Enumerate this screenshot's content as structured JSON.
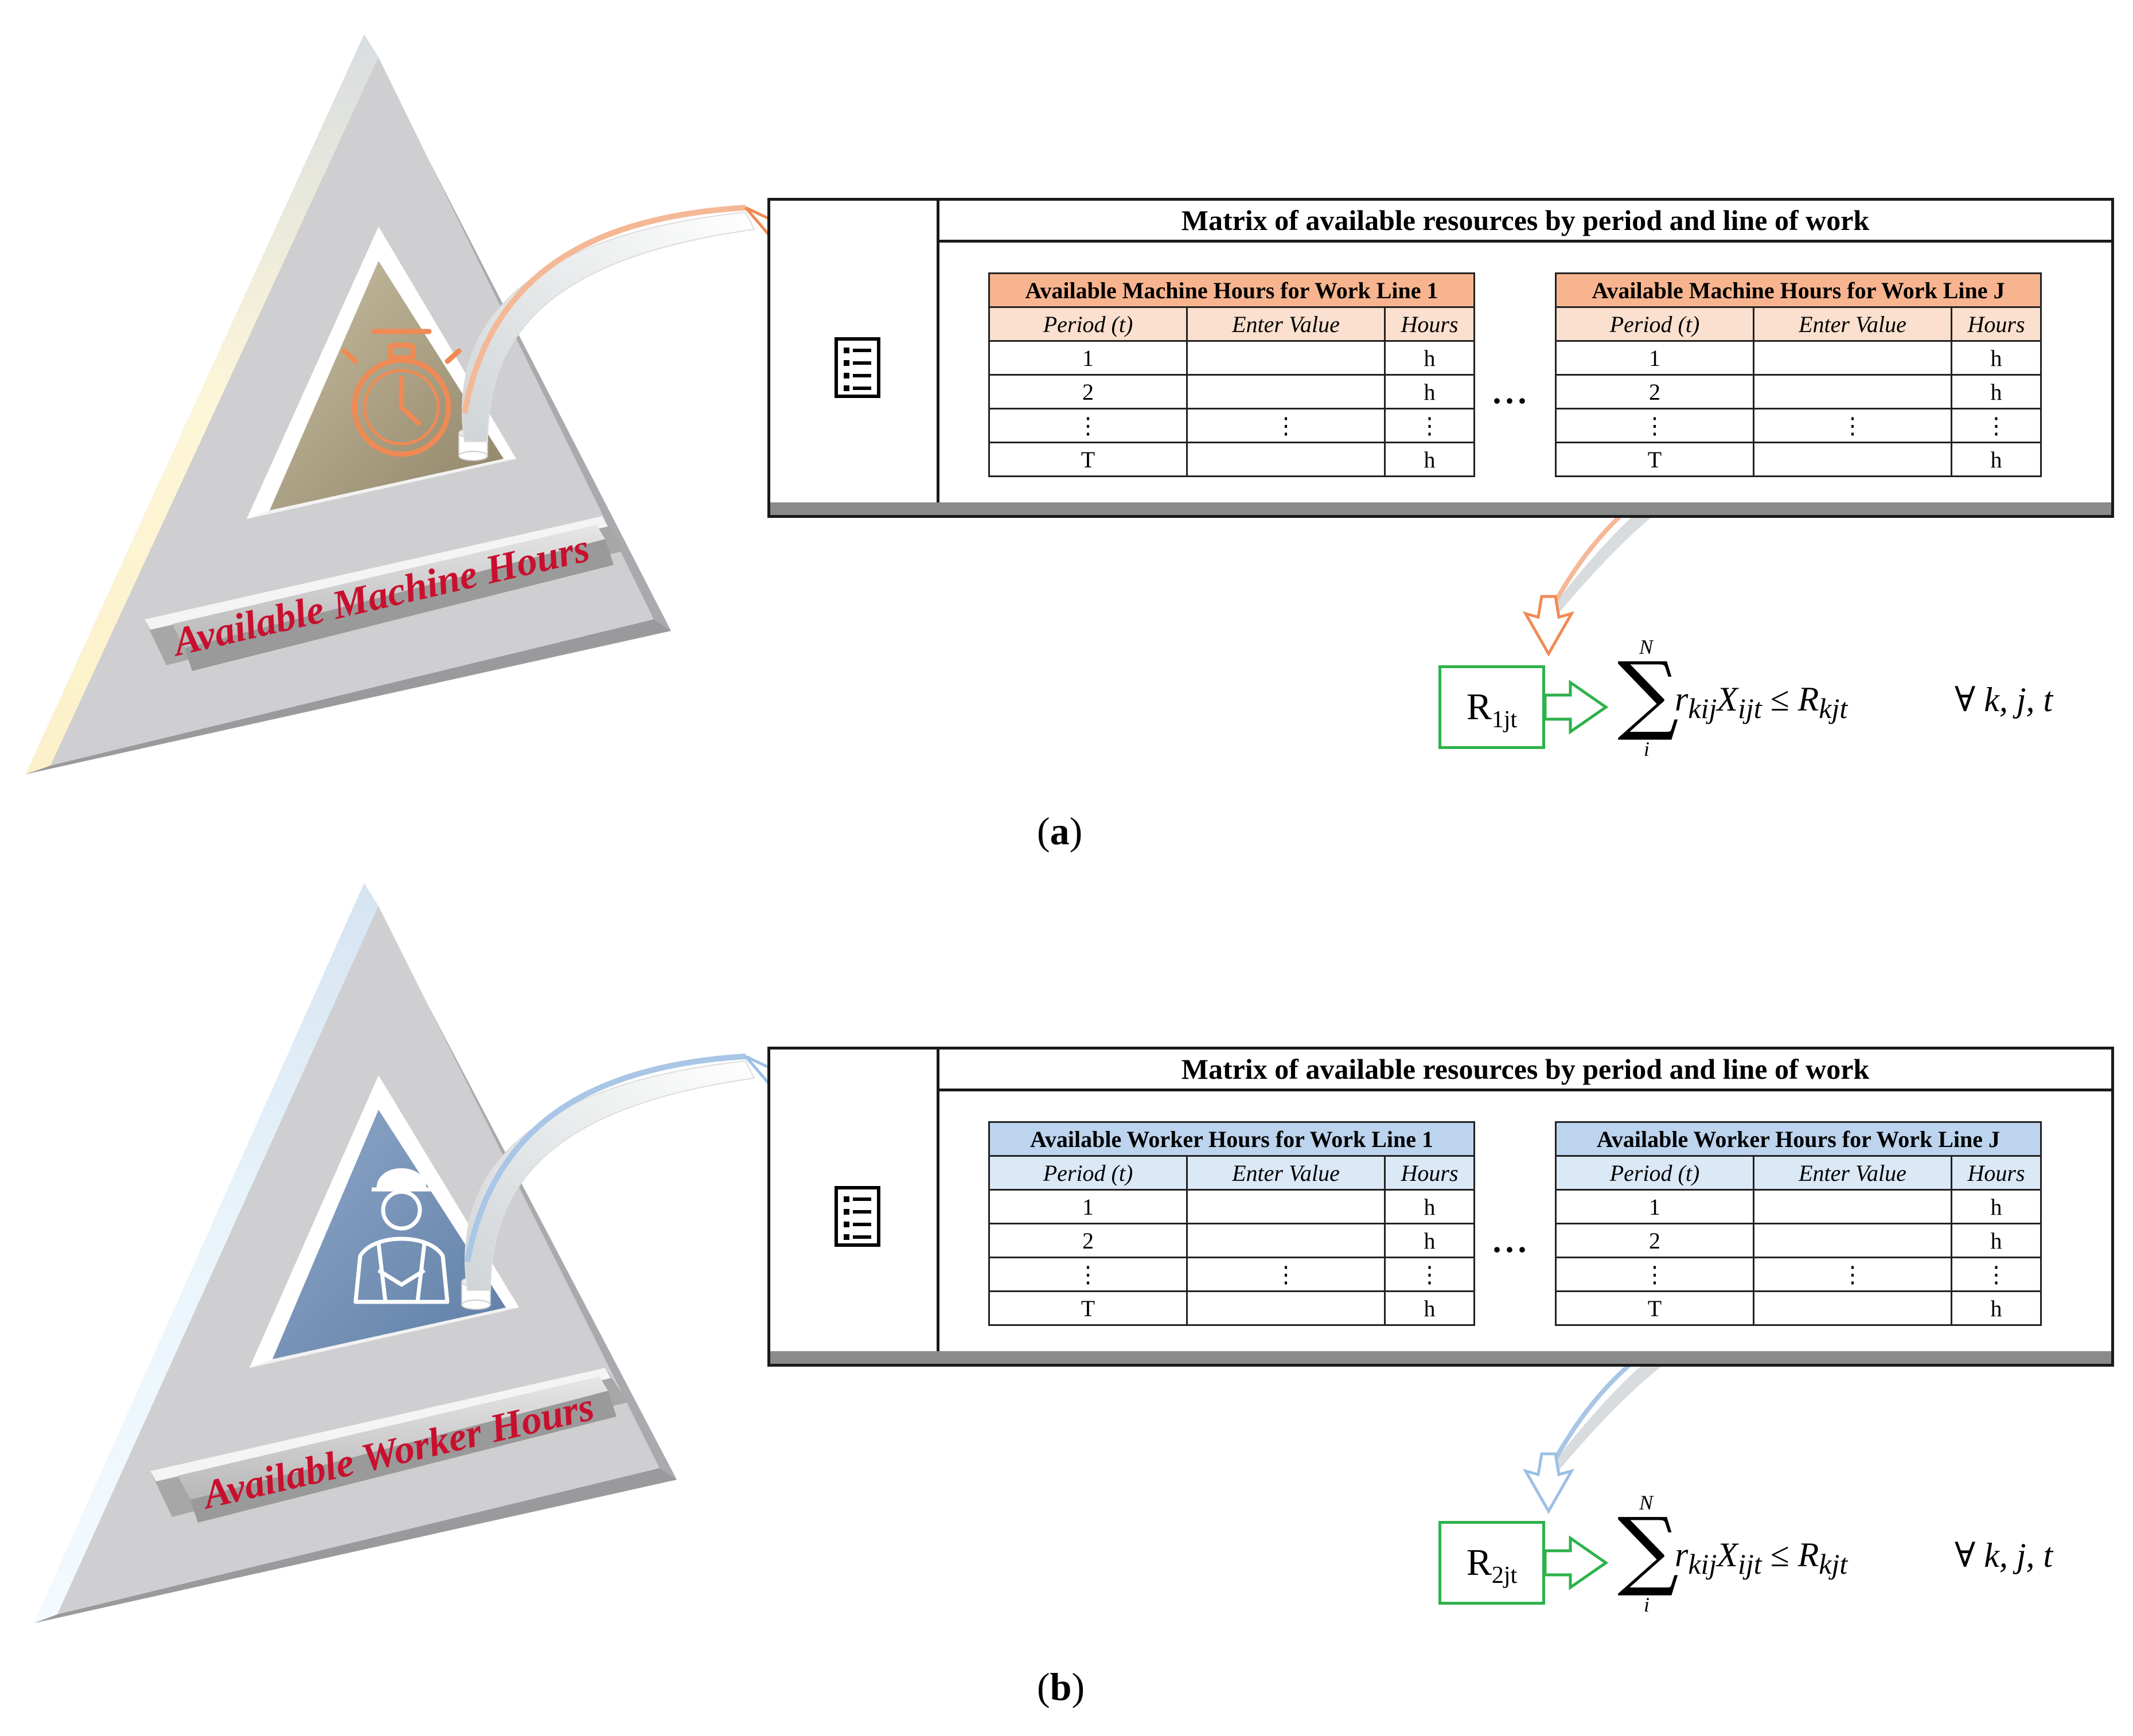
{
  "panels": [
    {
      "id": "a",
      "caption_open": "(",
      "caption_letter": "a",
      "caption_close": ")",
      "pyramid_label": "Available Machine Hours",
      "icon": "stopwatch-icon",
      "accent": "#f08a55",
      "matrix_title": "Matrix of available resources by period and line of work",
      "ellipsis": "···",
      "tables": [
        {
          "title": "Available Machine Hours for Work Line 1",
          "columns": [
            "Period (t)",
            "Enter Value",
            "Hours"
          ],
          "rows": [
            [
              "1",
              "",
              "h"
            ],
            [
              "2",
              "",
              "h"
            ],
            [
              "⋮",
              "⋮",
              "⋮"
            ],
            [
              "T",
              "",
              "h"
            ]
          ]
        },
        {
          "title": "Available Machine Hours for Work Line J",
          "columns": [
            "Period (t)",
            "Enter Value",
            "Hours"
          ],
          "rows": [
            [
              "1",
              "",
              "h"
            ],
            [
              "2",
              "",
              "h"
            ],
            [
              "⋮",
              "⋮",
              "⋮"
            ],
            [
              "T",
              "",
              "h"
            ]
          ]
        }
      ],
      "r_label": {
        "base": "R",
        "sub": "1jt"
      },
      "formula": {
        "upper": "N",
        "lower": "i",
        "expr": "r<sub>kij</sub>X<sub>ijt</sub> <span class=\"up\">≤</span>&nbsp;R<sub>kjt</sub>",
        "forall": "∀ k, j, t"
      }
    },
    {
      "id": "b",
      "caption_open": "(",
      "caption_letter": "b",
      "caption_close": ")",
      "pyramid_label": "Available Worker Hours",
      "icon": "worker-icon",
      "accent": "#9cc0e4",
      "matrix_title": "Matrix of available resources by period and line of work",
      "ellipsis": "···",
      "tables": [
        {
          "title": "Available Worker Hours for Work Line 1",
          "columns": [
            "Period (t)",
            "Enter Value",
            "Hours"
          ],
          "rows": [
            [
              "1",
              "",
              "h"
            ],
            [
              "2",
              "",
              "h"
            ],
            [
              "⋮",
              "⋮",
              "⋮"
            ],
            [
              "T",
              "",
              "h"
            ]
          ]
        },
        {
          "title": "Available Worker Hours for Work Line J",
          "columns": [
            "Period (t)",
            "Enter Value",
            "Hours"
          ],
          "rows": [
            [
              "1",
              "",
              "h"
            ],
            [
              "2",
              "",
              "h"
            ],
            [
              "⋮",
              "⋮",
              "⋮"
            ],
            [
              "T",
              "",
              "h"
            ]
          ]
        }
      ],
      "r_label": {
        "base": "R",
        "sub": "2jt"
      },
      "formula": {
        "upper": "N",
        "lower": "i",
        "expr": "r<sub>kij</sub>X<sub>ijt</sub> <span class=\"up\">≤</span>&nbsp;R<sub>kjt</sub>",
        "forall": "∀ k, j, t"
      }
    }
  ]
}
